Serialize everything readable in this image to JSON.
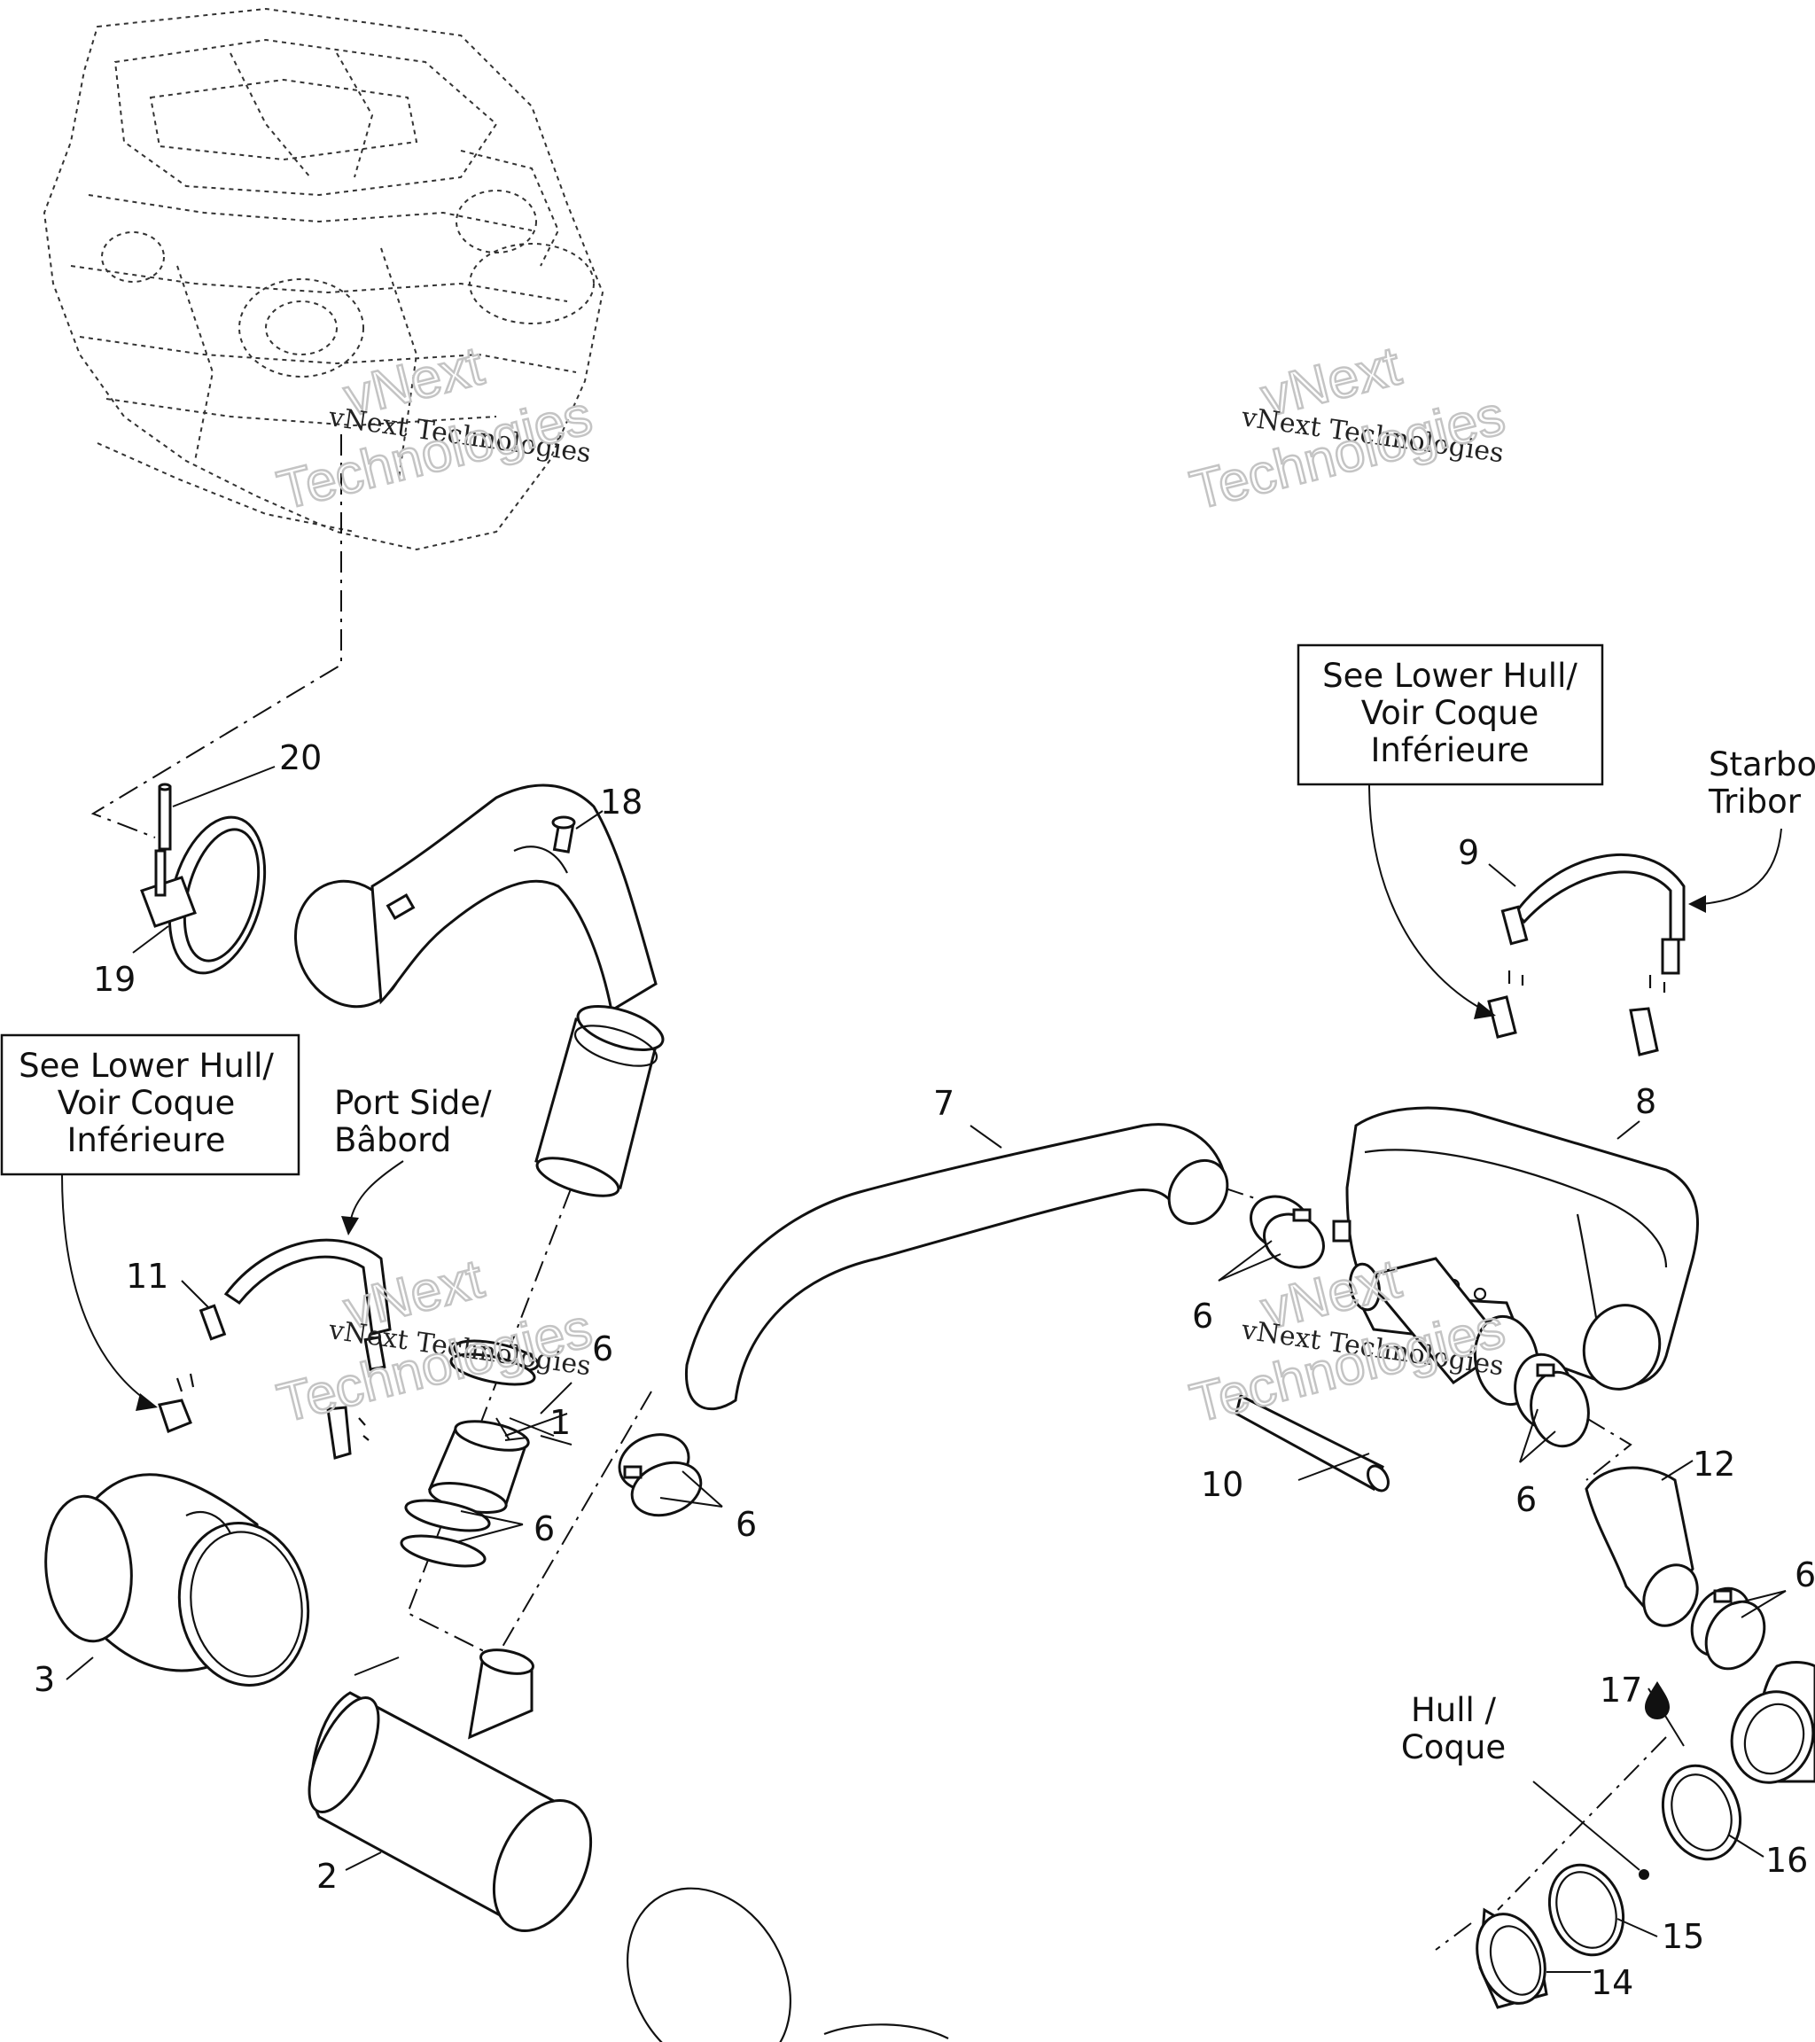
{
  "diagram": {
    "callouts": {
      "c1": "1",
      "c2": "2",
      "c3": "3",
      "c6a": "6",
      "c6b": "6",
      "c6c": "6",
      "c6d": "6",
      "c6e": "6",
      "c6f": "6",
      "c7": "7",
      "c8": "8",
      "c9": "9",
      "c10": "10",
      "c11": "11",
      "c12": "12",
      "c14": "14",
      "c15": "15",
      "c16": "16",
      "c17": "17",
      "c18": "18",
      "c19": "19",
      "c20": "20"
    },
    "notes": {
      "lower_hull_right": [
        "See Lower Hull/",
        "Voir Coque",
        "Inférieure"
      ],
      "lower_hull_left": [
        "See Lower Hull/",
        "Voir Coque",
        "Inférieure"
      ],
      "port_side": [
        "Port Side/",
        "Bâbord"
      ],
      "starboard": [
        "Starbo",
        "Tribor"
      ],
      "hull": [
        "Hull /",
        "Coque"
      ]
    },
    "watermark": {
      "brand": "vNext",
      "line": "vNext Technologies",
      "tech": "Technologies"
    }
  }
}
